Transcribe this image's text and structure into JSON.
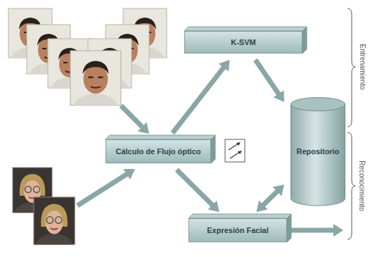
{
  "diagram": {
    "nodes": [
      {
        "text": [
          "K-SVM"
        ]
      },
      {
        "text": [
          "Cálculo de Flujo óptico"
        ]
      },
      {
        "text": [
          "Repositorio"
        ]
      },
      {
        "text": [
          "Expresión Facial"
        ]
      }
    ],
    "edges": [
      {
        "from": 1,
        "to": 0,
        "arrow": "to"
      },
      {
        "from": 0,
        "to": 2,
        "arrow": "to"
      },
      {
        "from": 1,
        "to": 3,
        "arrow": "to"
      },
      {
        "from": 3,
        "to": 2,
        "arrow": "both"
      }
    ],
    "labels": [
      "Entrenamiento",
      "Reconocimiento"
    ]
  }
}
